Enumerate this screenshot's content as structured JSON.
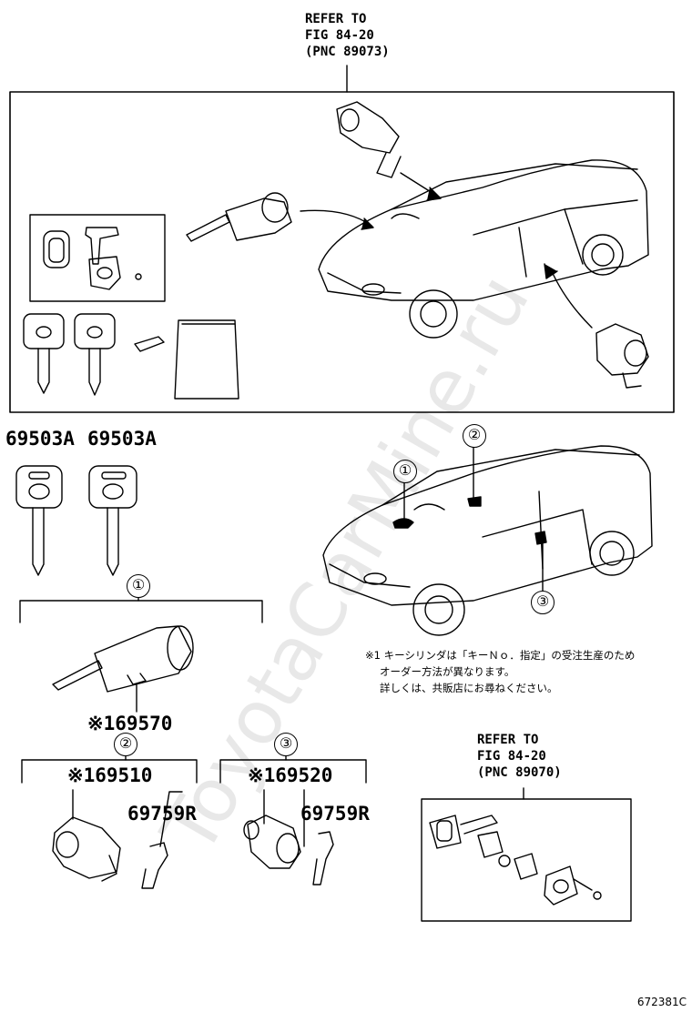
{
  "header_ref": {
    "line1": "REFER TO",
    "line2": "FIG 84-20",
    "line3": "(PNC 89073)"
  },
  "lower_ref": {
    "line1": "REFER TO",
    "line2": "FIG 84-20",
    "line3": "(PNC 89070)"
  },
  "parts": {
    "key_left": "69503A",
    "key_right": "69503A",
    "ignition_cylinder": "※169570",
    "door_lock_left": "※169510",
    "door_lock_right": "※169520",
    "bracket_left": "69759R",
    "bracket_right": "69759R"
  },
  "callouts": {
    "c1": "①",
    "c2": "②",
    "c3": "③",
    "car_c1": "①",
    "car_c2": "②",
    "car_c3": "③"
  },
  "note": {
    "line1": "※1  キーシリンダは「キーＮｏ．指定」の受注生産のため",
    "line2": "オーダー方法が異なります。",
    "line3": "詳しくは、共販店にお尋ねください。"
  },
  "watermark": "ToyotaCarMine.ru",
  "figure_code": "672381C"
}
